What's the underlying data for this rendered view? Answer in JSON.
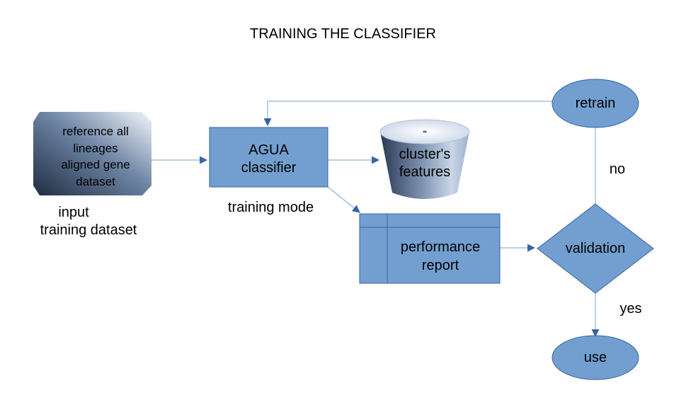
{
  "title": "TRAINING THE CLASSIFIER",
  "nodes": {
    "reference": [
      "reference all",
      "lineages",
      "aligned gene",
      "dataset"
    ],
    "agua": [
      "AGUA",
      "classifier"
    ],
    "features": [
      "cluster's",
      "features"
    ],
    "report": [
      "performance",
      "report"
    ],
    "validation": "validation",
    "retrain": "retrain",
    "use": "use"
  },
  "labels": {
    "input": [
      "input",
      "training dataset"
    ],
    "training_mode": "training mode",
    "no": "no",
    "yes": "yes"
  },
  "colors": {
    "shape_fill": "#729fcf",
    "shape_stroke": "#3465a4",
    "arrow": "#3465a4",
    "connector": "#a6c0e0"
  }
}
